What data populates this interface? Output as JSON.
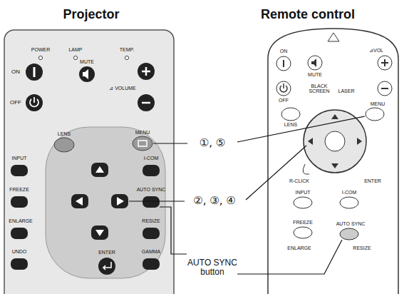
{
  "diagram": {
    "labels": [
      "Projector",
      "Remote control",
      "POWER",
      "LAMP",
      "TEMP.",
      "ON",
      "MUTE",
      "⊿ VOLUME",
      "OFF",
      "LENS",
      "MENU",
      "INPUT",
      "I-COM",
      "FREEZE",
      "AUTO SYNC",
      "ENLARGE",
      "RESIZE",
      "UNDO",
      "ENTER",
      "GAMMA",
      "ON",
      "MUTE",
      "⊿VOL",
      "OFF",
      "BLACK SCREEN",
      "LASER",
      "LENS",
      "MENU",
      "R-CLICK",
      "ENTER",
      "INPUT",
      "I-COM",
      "FREEZE",
      "AUTO SYNC",
      "ENLARGE",
      "RESIZE",
      "①, ⑤",
      "②, ③, ④",
      "AUTO SYNC button"
    ]
  }
}
